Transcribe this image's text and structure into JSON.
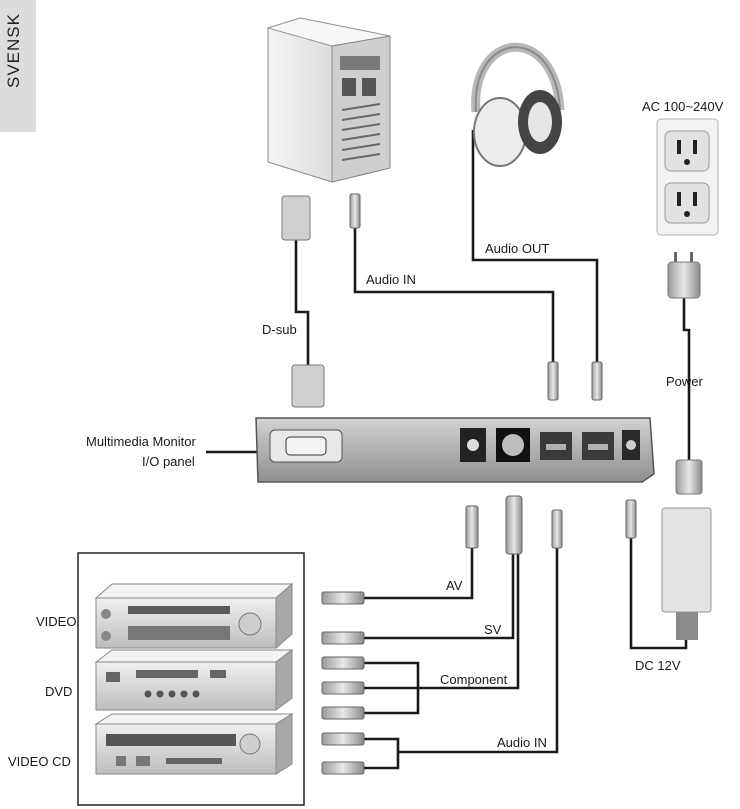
{
  "side_tab": {
    "text": "SVENSK"
  },
  "labels": {
    "ac_power": "AC 100~240V",
    "audio_out": "Audio OUT",
    "audio_in_top": "Audio IN",
    "dsub": "D-sub",
    "power": "Power",
    "panel_line1": "Multimedia Monitor",
    "panel_line2": "I/O panel",
    "av": "AV",
    "sv": "SV",
    "component": "Component",
    "audio_in_bottom": "Audio IN",
    "dc": "DC 12V",
    "video": "VIDEO",
    "dvd": "DVD",
    "video_cd": "VIDEO CD"
  },
  "icons": [
    "pc-tower-icon",
    "headphones-icon",
    "wall-outlet-icon",
    "ac-plug-icon",
    "power-adapter-icon",
    "vga-plug-icon",
    "audio-plug-icon",
    "rca-plug-icon",
    "svideo-plug-icon",
    "vcr-icon",
    "dvd-player-icon",
    "vcd-player-icon"
  ]
}
